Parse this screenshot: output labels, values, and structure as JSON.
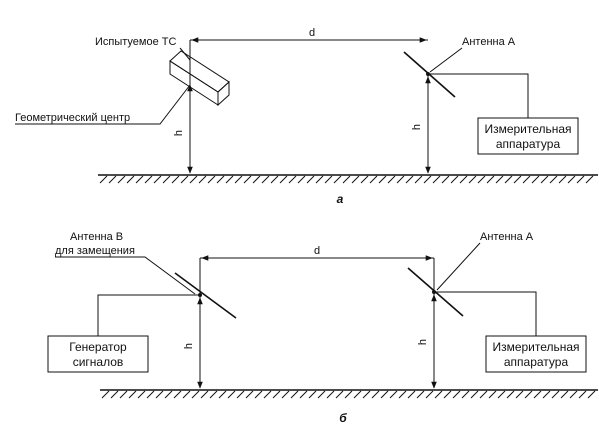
{
  "diagram_a": {
    "caption": "а",
    "tested_vehicle_label": "Испытуемое ТС",
    "geometric_center_label": "Геометрический центр",
    "antenna_label": "Антенна А",
    "distance_label": "d",
    "height_label_left": "h",
    "height_label_right": "h",
    "equipment_box": {
      "line1": "Измерительная",
      "line2": "аппаратура"
    }
  },
  "diagram_b": {
    "caption": "б",
    "antenna_b_label_line1": "Антенна В",
    "antenna_b_label_line2": "для замещения",
    "antenna_a_label": "Антенна А",
    "distance_label": "d",
    "height_label_left": "h",
    "height_label_right": "h",
    "generator_box": {
      "line1": "Генератор",
      "line2": "сигналов"
    },
    "equipment_box": {
      "line1": "Измерительная",
      "line2": "аппаратура"
    }
  }
}
